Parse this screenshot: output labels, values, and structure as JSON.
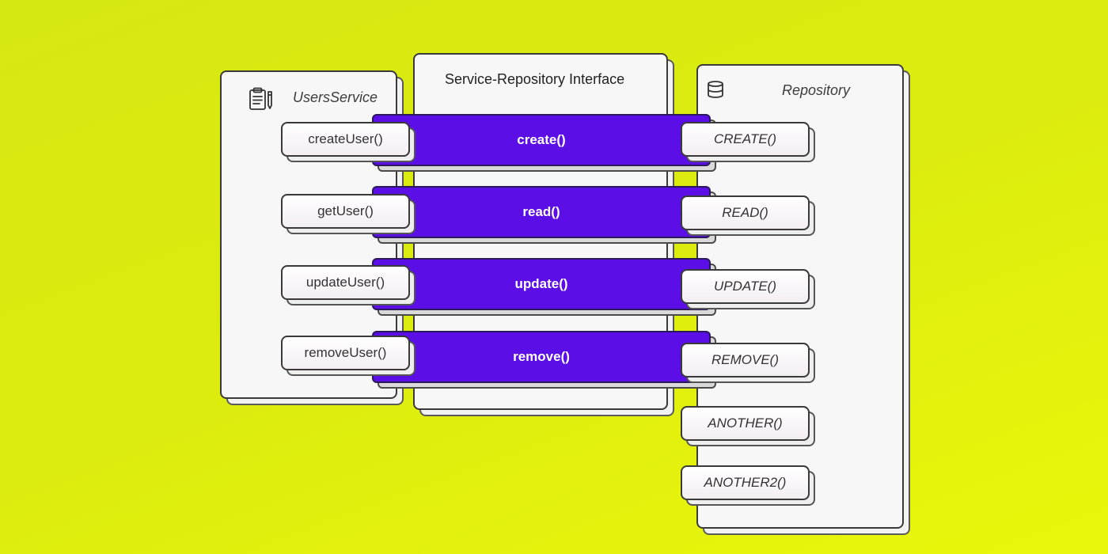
{
  "service": {
    "title": "UsersService",
    "icon": "clipboard-icon",
    "methods": [
      "createUser()",
      "getUser()",
      "updateUser()",
      "removeUser()"
    ]
  },
  "interface": {
    "title": "Service-Repository Interface",
    "methods": [
      "create()",
      "read()",
      "update()",
      "remove()"
    ]
  },
  "repository": {
    "title": "Repository",
    "icon": "database-icon",
    "methods": [
      "CREATE()",
      "READ()",
      "UPDATE()",
      "REMOVE()",
      "ANOTHER()",
      "ANOTHER2()"
    ]
  },
  "colors": {
    "background": "#dcec0e",
    "interface_bar": "#5b0ee6",
    "panel": "#f7f7f7",
    "border": "#3a3a3a"
  }
}
